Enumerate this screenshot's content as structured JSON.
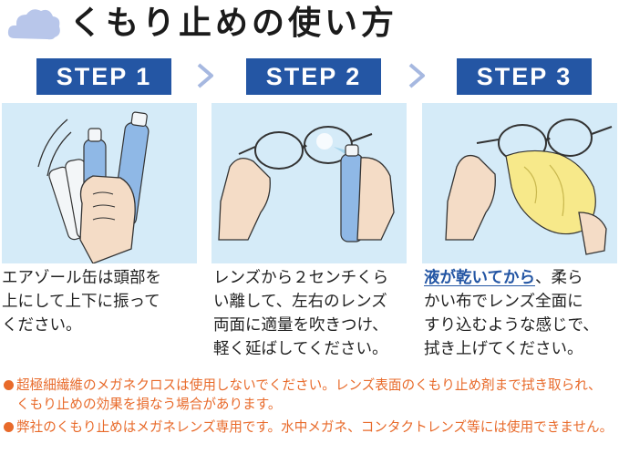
{
  "header": {
    "title": "くもり止めの使い方",
    "icon": "cloud-icon",
    "cloud_color": "#b8c6ea"
  },
  "colors": {
    "badge": "#2456a4",
    "panel": "#d5ebf8",
    "note": "#e86a2a",
    "arrow": "#a6b8e0"
  },
  "steps": [
    {
      "label": "STEP 1",
      "illustration": "spray-bottle-shaking-icon",
      "description": "エアゾール缶は頭部を\n上にして上下に振って\nください。"
    },
    {
      "label": "STEP 2",
      "illustration": "spray-glasses-icon",
      "description": "レンズから２センチくら\nい離して、左右のレンズ\n両面に適量を吹きつけ、\n軽く延ばしてください。"
    },
    {
      "label": "STEP 3",
      "illustration": "wipe-glasses-cloth-icon",
      "description_highlight": "液が乾いてから",
      "description_rest": "、柔ら\nかい布でレンズ全面に\nすり込むような感じで、\n拭き上げてください。"
    }
  ],
  "notes": [
    "超極細繊維のメガネクロスは使用しないでください。レンズ表面のくもり止め剤まで拭き取られ、くもり止めの効果を損なう場合があります。",
    "弊社のくもり止めはメガネレンズ専用です。水中メガネ、コンタクトレンズ等には使用できません。"
  ]
}
